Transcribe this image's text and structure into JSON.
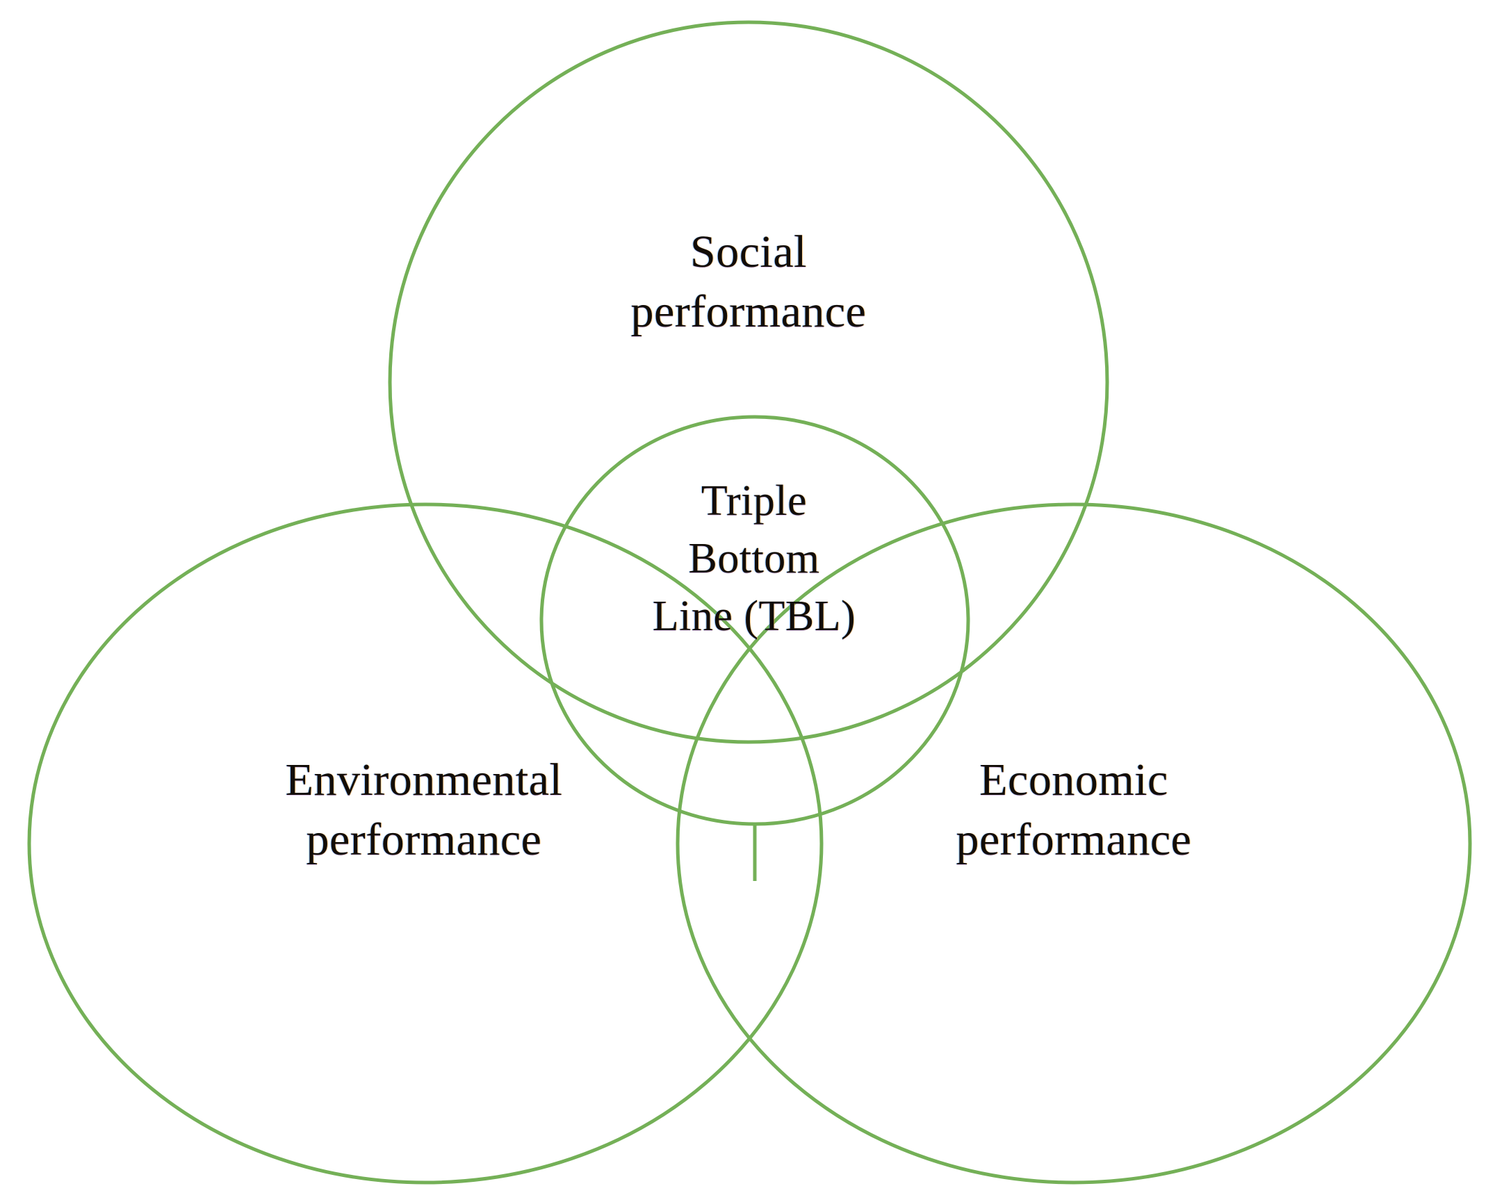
{
  "diagram": {
    "type": "venn-three-circle",
    "title": "Triple Bottom Line (TBL)",
    "stroke_color": "#74b057",
    "background_color": "#ffffff",
    "text_color": "#120d08",
    "circles": [
      {
        "id": "social",
        "name": "Social performance",
        "line1": "Social",
        "line2": "performance",
        "position": "top"
      },
      {
        "id": "environmental",
        "name": "Environmental performance",
        "line1": "Environmental",
        "line2": "performance",
        "position": "bottom-left"
      },
      {
        "id": "economic",
        "name": "Economic performance",
        "line1": "Economic",
        "line2": "performance",
        "position": "bottom-right"
      },
      {
        "id": "center",
        "name": "Triple Bottom Line (TBL)",
        "line1": "Triple",
        "line2": "Bottom",
        "line3": "Line (TBL)",
        "position": "center"
      }
    ]
  }
}
